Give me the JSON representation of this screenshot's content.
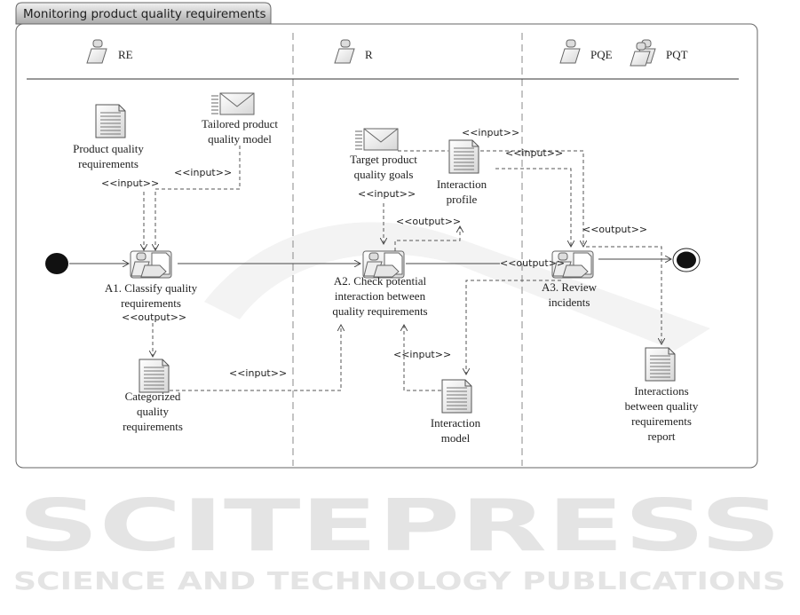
{
  "diagram": {
    "title": "Monitoring product quality requirements",
    "lanes": [
      {
        "roles": [
          "RE"
        ]
      },
      {
        "roles": [
          "R"
        ]
      },
      {
        "roles": [
          "PQE",
          "PQT"
        ]
      }
    ],
    "activities": {
      "a1": [
        "A1. Classify quality",
        "requirements"
      ],
      "a2": [
        "A2. Check potential",
        "interaction between",
        "quality requirements"
      ],
      "a3": [
        "A3. Review",
        "incidents"
      ]
    },
    "artifacts": {
      "product_quality_requirements": [
        "Product quality",
        "requirements"
      ],
      "tailored_model": [
        "Tailored product",
        "quality model"
      ],
      "categorized": [
        "Categorized",
        "quality",
        "requirements"
      ],
      "target_goals": [
        "Target product",
        "quality goals"
      ],
      "interaction_profile": [
        "Interaction",
        "profile"
      ],
      "interaction_model": [
        "Interaction",
        "model"
      ],
      "report": [
        "Interactions",
        "between quality",
        "requirements",
        "report"
      ]
    },
    "stereotypes": {
      "input": "<<input>>",
      "output": "<<output>>"
    }
  },
  "watermark": {
    "brand": "SCITEPRESS",
    "tagline": "SCIENCE AND TECHNOLOGY PUBLICATIONS"
  }
}
